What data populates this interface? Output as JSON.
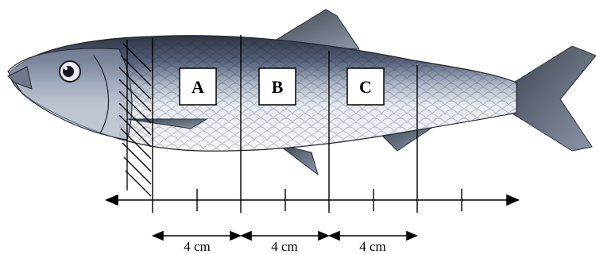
{
  "figure": {
    "sections": [
      {
        "label": "A"
      },
      {
        "label": "B"
      },
      {
        "label": "C"
      }
    ],
    "segments": [
      {
        "text": "4 cm"
      },
      {
        "text": "4 cm"
      },
      {
        "text": "4 cm"
      }
    ],
    "colors": {
      "fish_back": "#3a4250",
      "fish_belly": "#eef1f6",
      "line": "#000000"
    }
  }
}
